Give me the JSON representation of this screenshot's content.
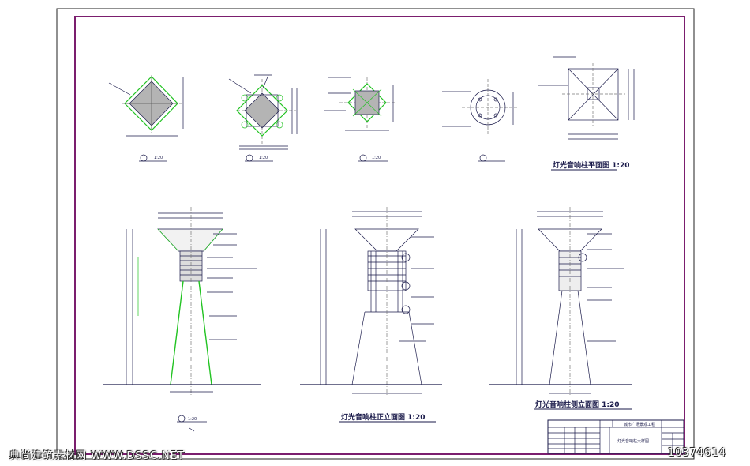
{
  "captions": {
    "plan_view": "灯光音响柱平面图 1:20",
    "front_elevation": "灯光音响柱正立面图 1:20",
    "side_elevation": "灯光音响柱侧立面图 1:20"
  },
  "scale_labels": {
    "detail_1": "1:20",
    "detail_2": "1:20",
    "detail_3": "1:20",
    "section": "1:20"
  },
  "title_block": {
    "project": "城市广场景观工程",
    "drawing_name": "灯光音响柱大样图"
  },
  "watermarks": {
    "left": "典尚建筑素材网 WWW.DSSC.NET",
    "right": "10374614"
  },
  "colors": {
    "frame": "#7b1e6e",
    "line_dark": "#1a1a4a",
    "line_green": "#22c322",
    "fill_gray": "#b4b4b4"
  }
}
